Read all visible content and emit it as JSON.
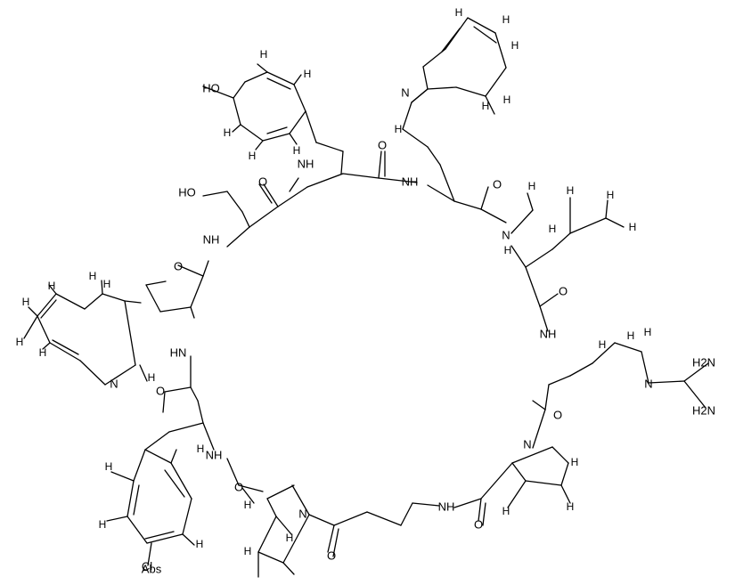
{
  "structure": {
    "labels": {
      "h": "H",
      "n": "N",
      "o": "O",
      "nh": "NH",
      "hn": "HN",
      "h2n": "H2N",
      "ho": "HO",
      "cl": "Cl",
      "abs": "Abs"
    }
  }
}
